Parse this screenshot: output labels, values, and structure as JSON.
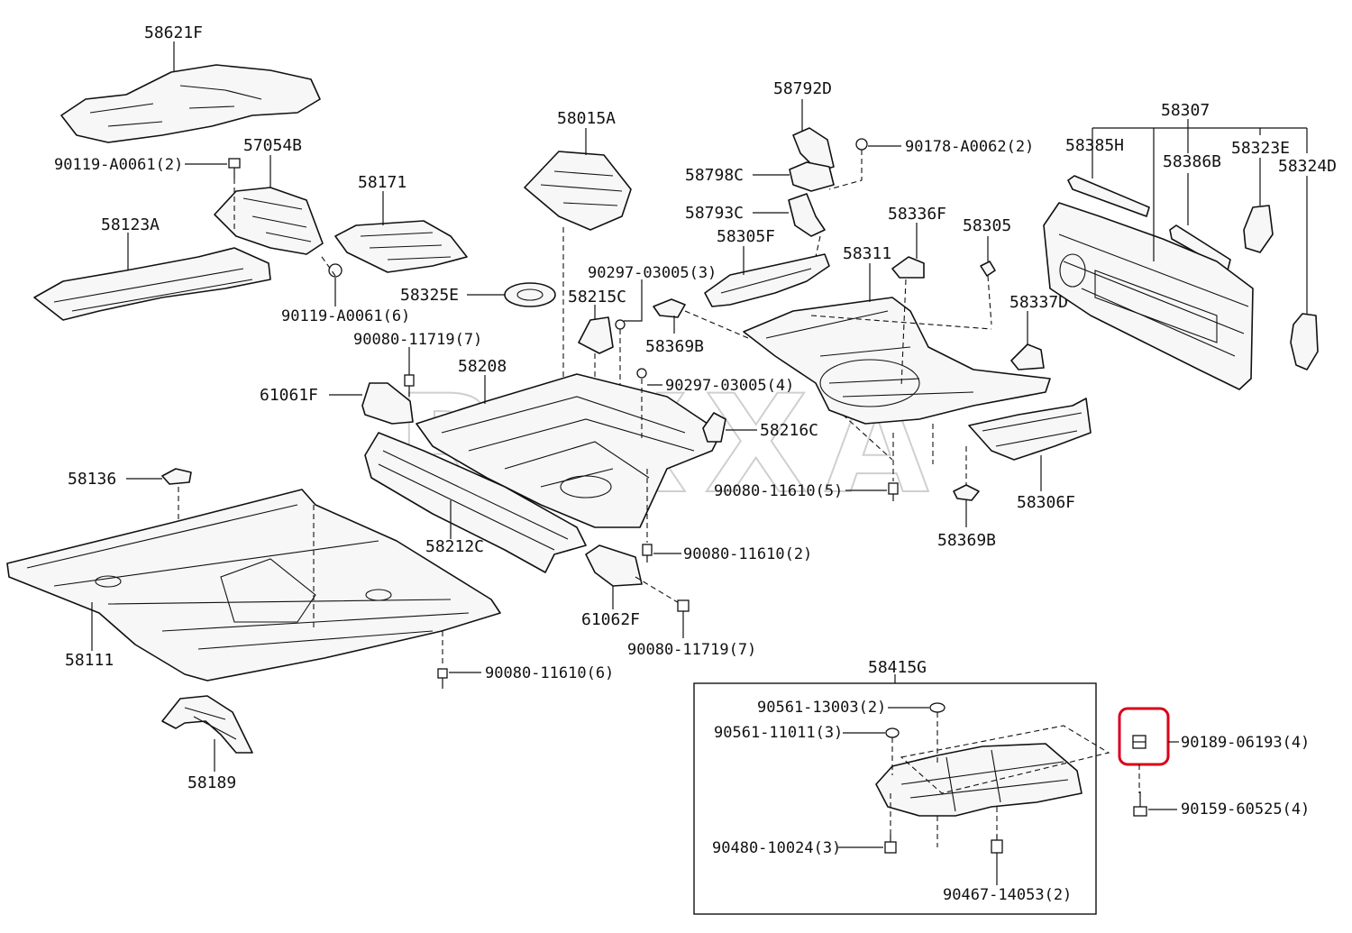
{
  "watermark": "RIXXA",
  "highlight_color": "#d9001b",
  "labels": {
    "p58621F": "58621F",
    "p57054B": "57054B",
    "p90119a": "90119-A0061(2)",
    "p58171": "58171",
    "p58123A": "58123A",
    "p90119b": "90119-A0061(6)",
    "p58015A": "58015A",
    "p58325E": "58325E",
    "p90297a": "90297-03005(3)",
    "p58215C": "58215C",
    "p90080a": "90080-11719(7)",
    "p58208": "58208",
    "p61061F": "61061F",
    "p90297b": "90297-03005(4)",
    "p58216C": "58216C",
    "p58136": "58136",
    "p90080b": "90080-11610(5)",
    "p58212C": "58212C",
    "p90080c": "90080-11610(2)",
    "p61062F": "61062F",
    "p90080d": "90080-11719(7)",
    "p58111": "58111",
    "p90080e": "90080-11610(6)",
    "p58189": "58189",
    "p58792D": "58792D",
    "p90178": "90178-A0062(2)",
    "p58798C": "58798C",
    "p58793C": "58793C",
    "p58305F": "58305F",
    "p58311": "58311",
    "p58336F": "58336F",
    "p58305": "58305",
    "p58369Ba": "58369B",
    "p58337D": "58337D",
    "p58306F": "58306F",
    "p58369Bb": "58369B",
    "p58307": "58307",
    "p58385H": "58385H",
    "p58386B": "58386B",
    "p58323E": "58323E",
    "p58324D": "58324D",
    "p58415G": "58415G",
    "p90561a": "90561-13003(2)",
    "p90561b": "90561-11011(3)",
    "p90189": "90189-06193(4)",
    "p90159": "90159-60525(4)",
    "p90480": "90480-10024(3)",
    "p90467": "90467-14053(2)"
  }
}
